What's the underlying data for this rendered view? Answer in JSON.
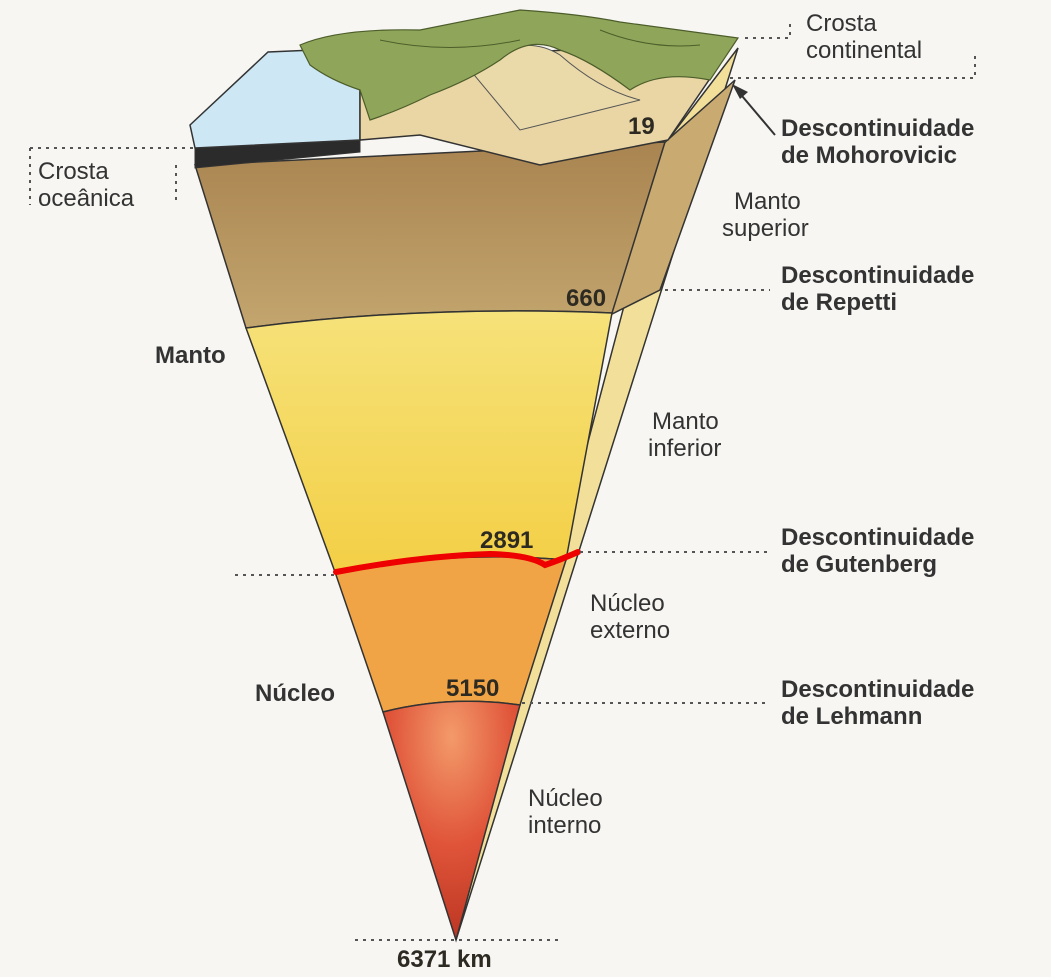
{
  "labels": {
    "crosta_continental": [
      "Crosta",
      "continental"
    ],
    "crosta_oceanica": [
      "Crosta",
      "oceânica"
    ],
    "desc_mohorovicic": [
      "Descontinuidade",
      "de Mohorovicic"
    ],
    "manto_superior": [
      "Manto",
      "superior"
    ],
    "desc_repetti": [
      "Descontinuidade",
      "de Repetti"
    ],
    "manto": "Manto",
    "manto_inferior": [
      "Manto",
      "inferior"
    ],
    "desc_gutenberg": [
      "Descontinuidade",
      "de Gutenberg"
    ],
    "nucleo_externo": [
      "Núcleo",
      "externo"
    ],
    "nucleo": "Núcleo",
    "desc_lehmann": [
      "Descontinuidade",
      "de Lehmann"
    ],
    "nucleo_interno": [
      "Núcleo",
      "interno"
    ]
  },
  "depths": {
    "moho": "19",
    "repetti": "660",
    "gutenberg": "2891",
    "lehmann": "5150",
    "center": "6371 km"
  },
  "colors": {
    "ocean": "#cde7f5",
    "continental_crust": "#e9d6a4",
    "vegetation": "#8fa65a",
    "upper_mantle": "#b5935c",
    "lower_mantle": "#f4d85a",
    "outer_core": "#f0a445",
    "inner_core": "#e0553a",
    "gutenberg_highlight": "#ee0000"
  }
}
